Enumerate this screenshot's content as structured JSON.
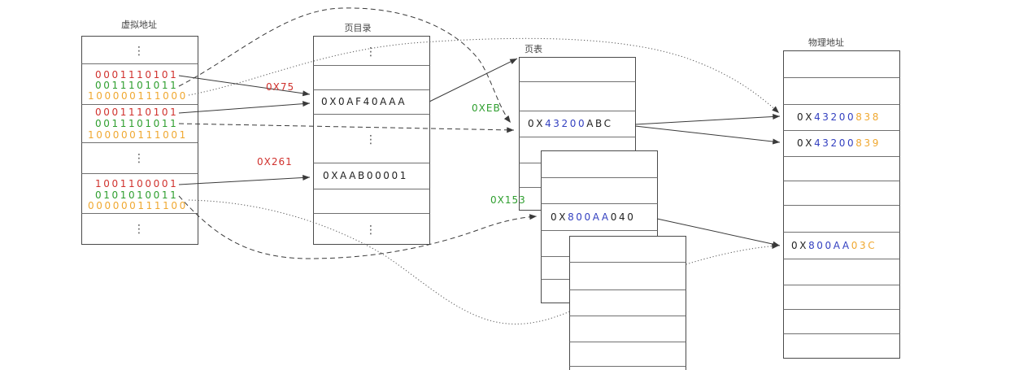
{
  "colors": {
    "red": "#d0312d",
    "green": "#2e9e2e",
    "orange": "#f0a830",
    "blue": "#3340c0",
    "black": "#222222"
  },
  "virtual_address": {
    "title": "虚拟地址",
    "ellipsis": "⋮",
    "groups": [
      {
        "directory_bits": "0001110101",
        "table_bits": "0011101011",
        "offset_bits": "100000111000"
      },
      {
        "directory_bits": "0001110101",
        "table_bits": "0011101011",
        "offset_bits": "100000111001"
      },
      {
        "directory_bits": "1001100001",
        "table_bits": "0101010011",
        "offset_bits": "000000111100"
      }
    ]
  },
  "page_directory": {
    "title": "页目录",
    "ellipsis": "⋮",
    "entries": [
      "0X0AF40AAA",
      "0XAAB00001"
    ]
  },
  "page_tables": {
    "title": "页表",
    "entries": [
      {
        "prefix": "0X",
        "frame": "43200",
        "tail": "ABC"
      },
      {
        "prefix": "0X",
        "frame": "800AA",
        "tail": "040"
      }
    ]
  },
  "physical_address": {
    "title": "物理地址",
    "entries": [
      {
        "prefix": "0X",
        "frame": "43200",
        "offset": "838"
      },
      {
        "prefix": "0X",
        "frame": "43200",
        "offset": "839"
      },
      {
        "prefix": "0X",
        "frame": "800AA",
        "offset": "03C"
      }
    ]
  },
  "index_labels": {
    "directory": [
      "0X75",
      "0X261"
    ],
    "table": [
      "0XEB",
      "0X153"
    ]
  }
}
